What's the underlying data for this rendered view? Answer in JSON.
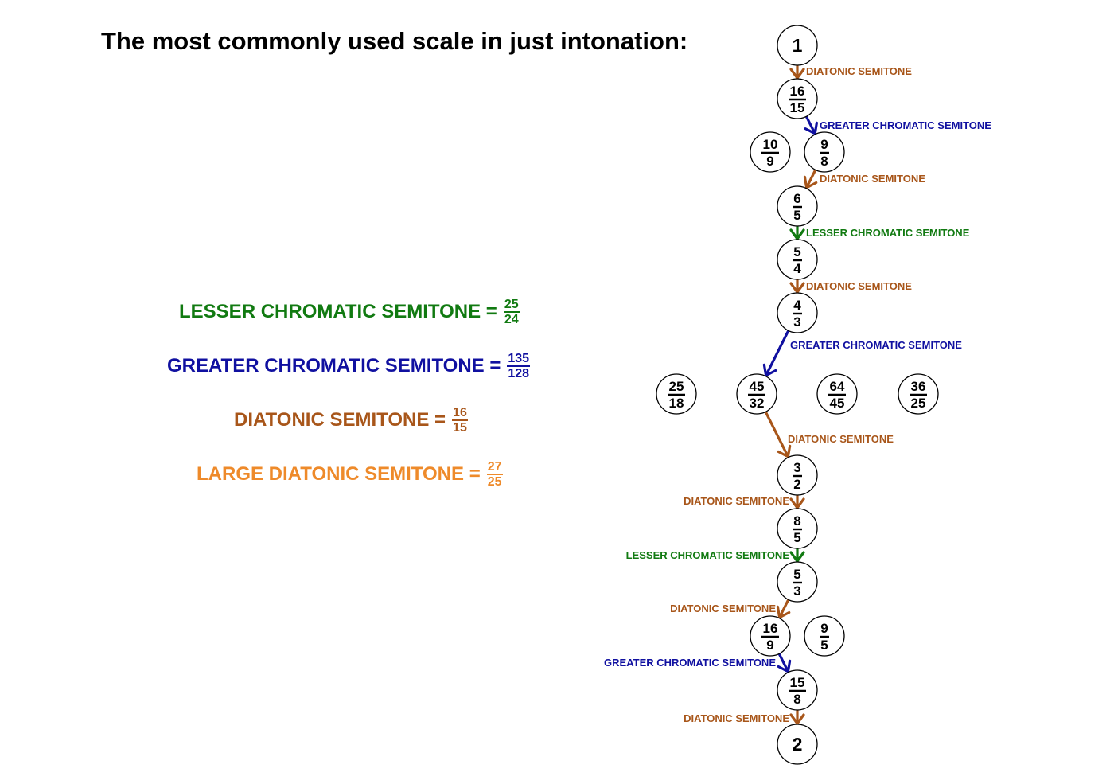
{
  "title": "The most commonly used scale in just intonation:",
  "colors": {
    "lesser": "#117a11",
    "greater": "#1010a0",
    "diatonic": "#a8561a",
    "large_diatonic": "#ee8a2a",
    "node_stroke": "#000000"
  },
  "legend": [
    {
      "label": "LESSER CHROMATIC SEMITONE =",
      "num": "25",
      "den": "24",
      "color_key": "lesser"
    },
    {
      "label": "GREATER CHROMATIC SEMITONE =",
      "num": "135",
      "den": "128",
      "color_key": "greater"
    },
    {
      "label": "DIATONIC SEMITONE =",
      "num": "16",
      "den": "15",
      "color_key": "diatonic"
    },
    {
      "label": "LARGE DIATONIC SEMITONE =",
      "num": "27",
      "den": "25",
      "color_key": "large_diatonic"
    }
  ],
  "nodes": [
    {
      "id": "n1",
      "text": "1"
    },
    {
      "id": "n16_15",
      "num": "16",
      "den": "15"
    },
    {
      "id": "n10_9",
      "num": "10",
      "den": "9"
    },
    {
      "id": "n9_8",
      "num": "9",
      "den": "8"
    },
    {
      "id": "n6_5",
      "num": "6",
      "den": "5"
    },
    {
      "id": "n5_4",
      "num": "5",
      "den": "4"
    },
    {
      "id": "n4_3",
      "num": "4",
      "den": "3"
    },
    {
      "id": "n25_18",
      "num": "25",
      "den": "18"
    },
    {
      "id": "n45_32",
      "num": "45",
      "den": "32"
    },
    {
      "id": "n64_45",
      "num": "64",
      "den": "45"
    },
    {
      "id": "n36_25",
      "num": "36",
      "den": "25"
    },
    {
      "id": "n3_2",
      "num": "3",
      "den": "2"
    },
    {
      "id": "n8_5",
      "num": "8",
      "den": "5"
    },
    {
      "id": "n5_3",
      "num": "5",
      "den": "3"
    },
    {
      "id": "n16_9",
      "num": "16",
      "den": "9"
    },
    {
      "id": "n9_5",
      "num": "9",
      "den": "5"
    },
    {
      "id": "n15_8",
      "num": "15",
      "den": "8"
    },
    {
      "id": "n2",
      "text": "2"
    }
  ],
  "edges": [
    {
      "from": "n1",
      "to": "n16_15",
      "label": "DIATONIC SEMITONE",
      "color_key": "diatonic"
    },
    {
      "from": "n16_15",
      "to": "n9_8",
      "label": "GREATER CHROMATIC SEMITONE",
      "color_key": "greater"
    },
    {
      "from": "n9_8",
      "to": "n6_5",
      "label": "DIATONIC SEMITONE",
      "color_key": "diatonic"
    },
    {
      "from": "n6_5",
      "to": "n5_4",
      "label": "LESSER CHROMATIC SEMITONE",
      "color_key": "lesser"
    },
    {
      "from": "n5_4",
      "to": "n4_3",
      "label": "DIATONIC SEMITONE",
      "color_key": "diatonic"
    },
    {
      "from": "n4_3",
      "to": "n45_32",
      "label": "GREATER CHROMATIC SEMITONE",
      "color_key": "greater"
    },
    {
      "from": "n45_32",
      "to": "n3_2",
      "label": "DIATONIC SEMITONE",
      "color_key": "diatonic"
    },
    {
      "from": "n3_2",
      "to": "n8_5",
      "label": "DIATONIC SEMITONE",
      "color_key": "diatonic"
    },
    {
      "from": "n8_5",
      "to": "n5_3",
      "label": "LESSER CHROMATIC SEMITONE",
      "color_key": "lesser"
    },
    {
      "from": "n5_3",
      "to": "n16_9",
      "label": "DIATONIC SEMITONE",
      "color_key": "diatonic"
    },
    {
      "from": "n16_9",
      "to": "n15_8",
      "label": "GREATER CHROMATIC SEMITONE",
      "color_key": "greater"
    },
    {
      "from": "n15_8",
      "to": "n2",
      "label": "DIATONIC SEMITONE",
      "color_key": "diatonic"
    }
  ]
}
